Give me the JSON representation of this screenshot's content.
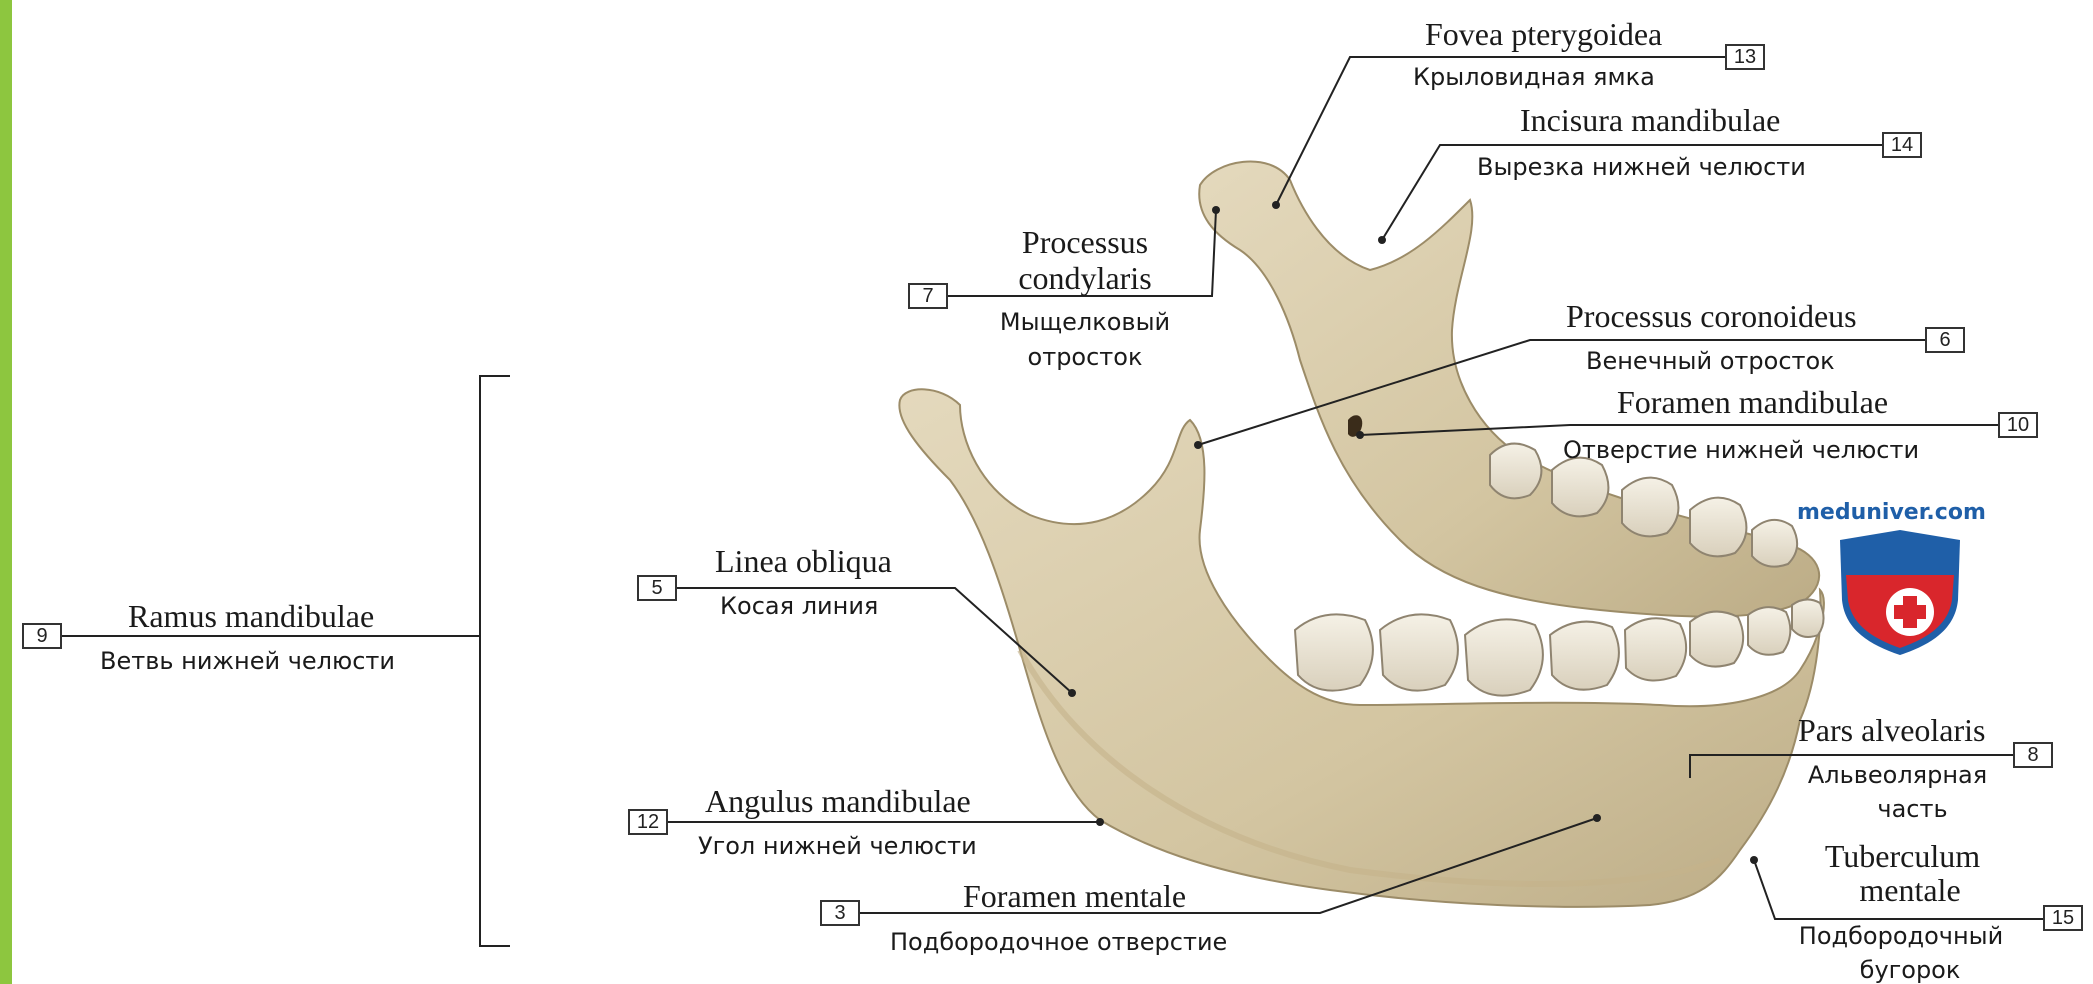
{
  "colors": {
    "accent_bar": "#8dc63f",
    "bone": "#ddd1b2",
    "bone_shade": "#b9a982",
    "teeth": "#efe9dc",
    "logo_blue": "#1f5fa8",
    "logo_red": "#d9262c"
  },
  "watermark": {
    "site": "meduniver.com",
    "icon": "shield-cross-icon"
  },
  "labels": {
    "l13": {
      "num": "13",
      "lat": "Fovea pterygoidea",
      "rus": "Крыловидная ямка"
    },
    "l14": {
      "num": "14",
      "lat": "Incisura mandibulae",
      "rus": "Вырезка нижней челюсти"
    },
    "l7": {
      "num": "7",
      "lat1": "Processus",
      "lat2": "condylaris",
      "rus1": "Мыщелковый",
      "rus2": "отросток"
    },
    "l6": {
      "num": "6",
      "lat": "Processus coronoideus",
      "rus": "Венечный отросток"
    },
    "l10": {
      "num": "10",
      "lat": "Foramen mandibulae",
      "rus": "Отверстие нижней челюсти"
    },
    "l9": {
      "num": "9",
      "lat": "Ramus mandibulae",
      "rus": "Ветвь нижней челюсти"
    },
    "l5": {
      "num": "5",
      "lat": "Linea obliqua",
      "rus": "Косая линия"
    },
    "l8": {
      "num": "8",
      "lat": "Pars alveolaris",
      "rus1": "Альвеолярная",
      "rus2": "часть"
    },
    "l12": {
      "num": "12",
      "lat": "Angulus mandibulae",
      "rus": "Угол нижней челюсти"
    },
    "l15": {
      "num": "15",
      "lat1": "Tuberculum",
      "lat2": "mentale",
      "rus1": "Подбородочный",
      "rus2": "бугорок"
    },
    "l3": {
      "num": "3",
      "lat": "Foramen mentale",
      "rus": "Подбородочное отверстие"
    }
  }
}
